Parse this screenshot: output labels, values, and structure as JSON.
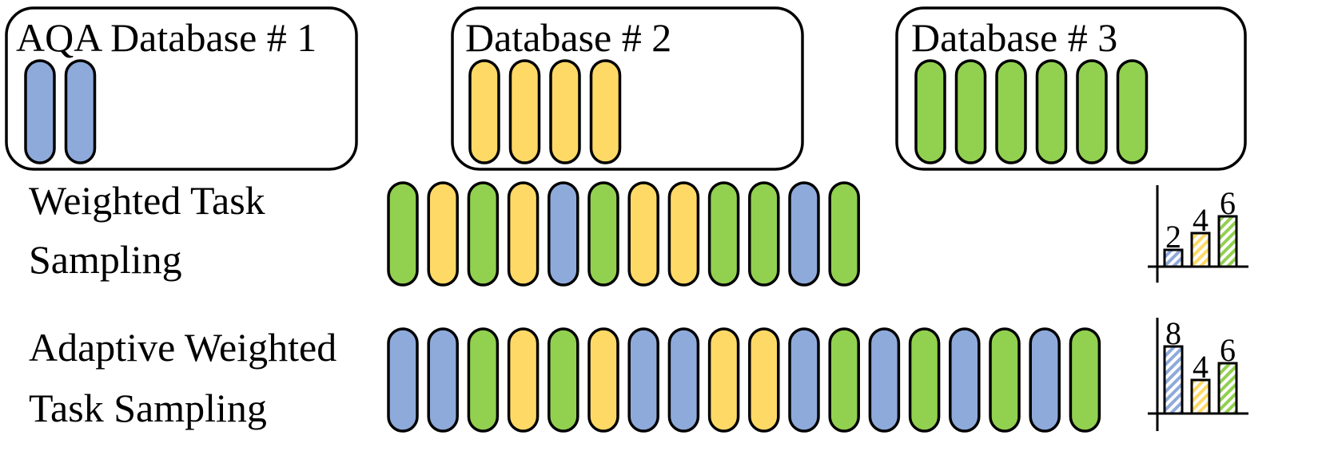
{
  "colors": {
    "blue": "#8eaadb",
    "yellow": "#ffd966",
    "green": "#92d050",
    "outline": "#000000"
  },
  "databases": [
    {
      "title": "AQA Database # 1",
      "color": "blue",
      "count": 2
    },
    {
      "title": "Database # 2",
      "color": "yellow",
      "count": 4
    },
    {
      "title": "Database # 3",
      "color": "green",
      "count": 6
    }
  ],
  "rows": [
    {
      "label_lines": [
        "Weighted Task",
        "Sampling"
      ],
      "sequence": [
        "green",
        "yellow",
        "green",
        "yellow",
        "blue",
        "green",
        "yellow",
        "yellow",
        "green",
        "green",
        "blue",
        "green"
      ],
      "bar_chart": {
        "values": [
          2,
          4,
          6
        ],
        "colors": [
          "blue",
          "yellow",
          "green"
        ]
      }
    },
    {
      "label_lines": [
        "Adaptive Weighted",
        "Task Sampling"
      ],
      "sequence": [
        "blue",
        "blue",
        "green",
        "yellow",
        "green",
        "yellow",
        "blue",
        "blue",
        "yellow",
        "yellow",
        "blue",
        "green",
        "blue",
        "green",
        "blue",
        "green",
        "blue",
        "green"
      ],
      "bar_chart": {
        "values": [
          8,
          4,
          6
        ],
        "colors": [
          "blue",
          "yellow",
          "green"
        ]
      }
    }
  ]
}
